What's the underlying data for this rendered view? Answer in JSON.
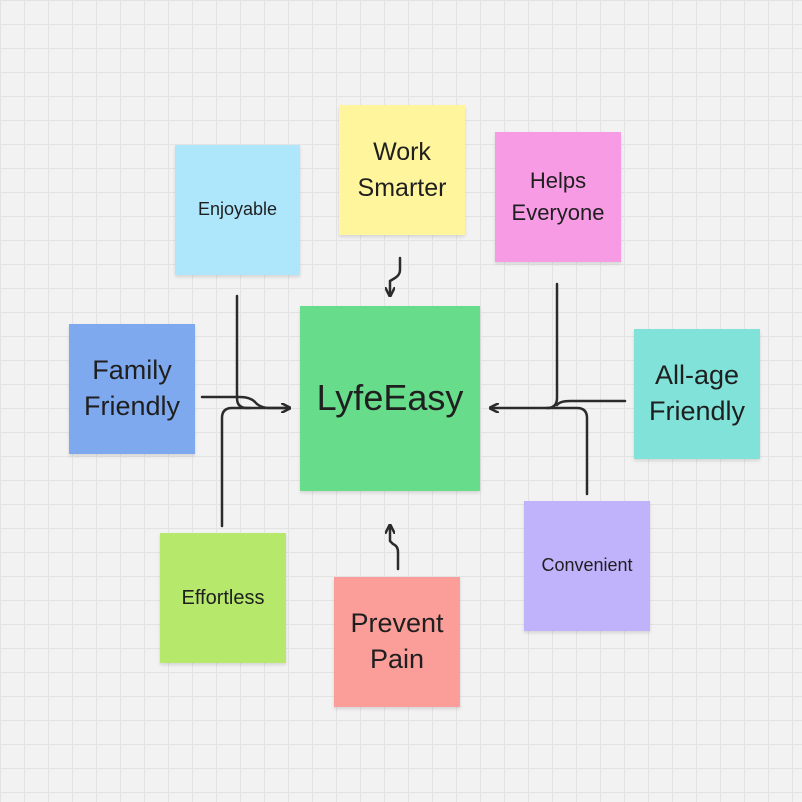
{
  "board": {
    "center_note": {
      "text": "LyfeEasy",
      "color": "#67dc8b"
    },
    "notes": {
      "work_smarter": {
        "text": "Work\nSmarter",
        "color": "#fff59c"
      },
      "enjoyable": {
        "text": "Enjoyable",
        "color": "#aee6fb"
      },
      "helps_everyone": {
        "text": "Helps\nEveryone",
        "color": "#f79be5"
      },
      "family_friendly": {
        "text": "Family\nFriendly",
        "color": "#7fa9ee"
      },
      "all_age_friendly": {
        "text": "All-age\nFriendly",
        "color": "#80e2d9"
      },
      "effortless": {
        "text": "Effortless",
        "color": "#b5e86b"
      },
      "prevent_pain": {
        "text": "Prevent\nPain",
        "color": "#fb9d99"
      },
      "convenient": {
        "text": "Convenient",
        "color": "#c0b2fb"
      }
    },
    "connector_color": "#2b2b2b"
  }
}
